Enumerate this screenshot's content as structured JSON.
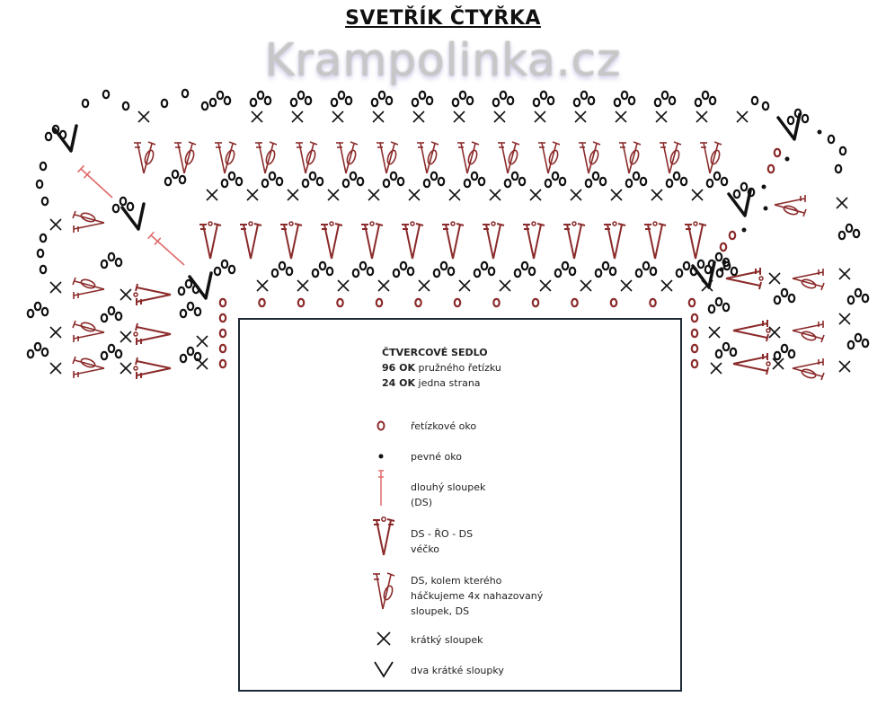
{
  "title": "SVETŘÍK ČTYŘKA",
  "watermark": "Krampolinka.cz",
  "colors": {
    "black": "#111111",
    "red": "#8b2a2a",
    "light_red": "#e06a6a",
    "box_border": "#1e2a36"
  },
  "legend": {
    "heading": "ČTVERCOVÉ SEDLO",
    "line1_bold": "96 OK",
    "line1_rest": " pružného řetízku",
    "line2_bold": "24 OK",
    "line2_rest": " jedna strana",
    "items": [
      {
        "icon": "chain-stitch-icon",
        "label": "řetízkové oko"
      },
      {
        "icon": "slip-stitch-icon",
        "label": "pevné oko"
      },
      {
        "icon": "double-crochet-icon",
        "label": "dlouhý sloupek",
        "label2": "(DS)"
      },
      {
        "icon": "v-stitch-icon",
        "label": "DS - ŘO - DS",
        "label2": "véčko"
      },
      {
        "icon": "dc-with-post-stitch-icon",
        "label": "DS, kolem kterého",
        "label2": "háčkujeme 4x nahazovaný",
        "label3": "sloupek, DS"
      },
      {
        "icon": "single-crochet-icon",
        "label": "krátký sloupek"
      },
      {
        "icon": "two-single-crochet-icon",
        "label": "dva krátké sloupky"
      }
    ]
  }
}
